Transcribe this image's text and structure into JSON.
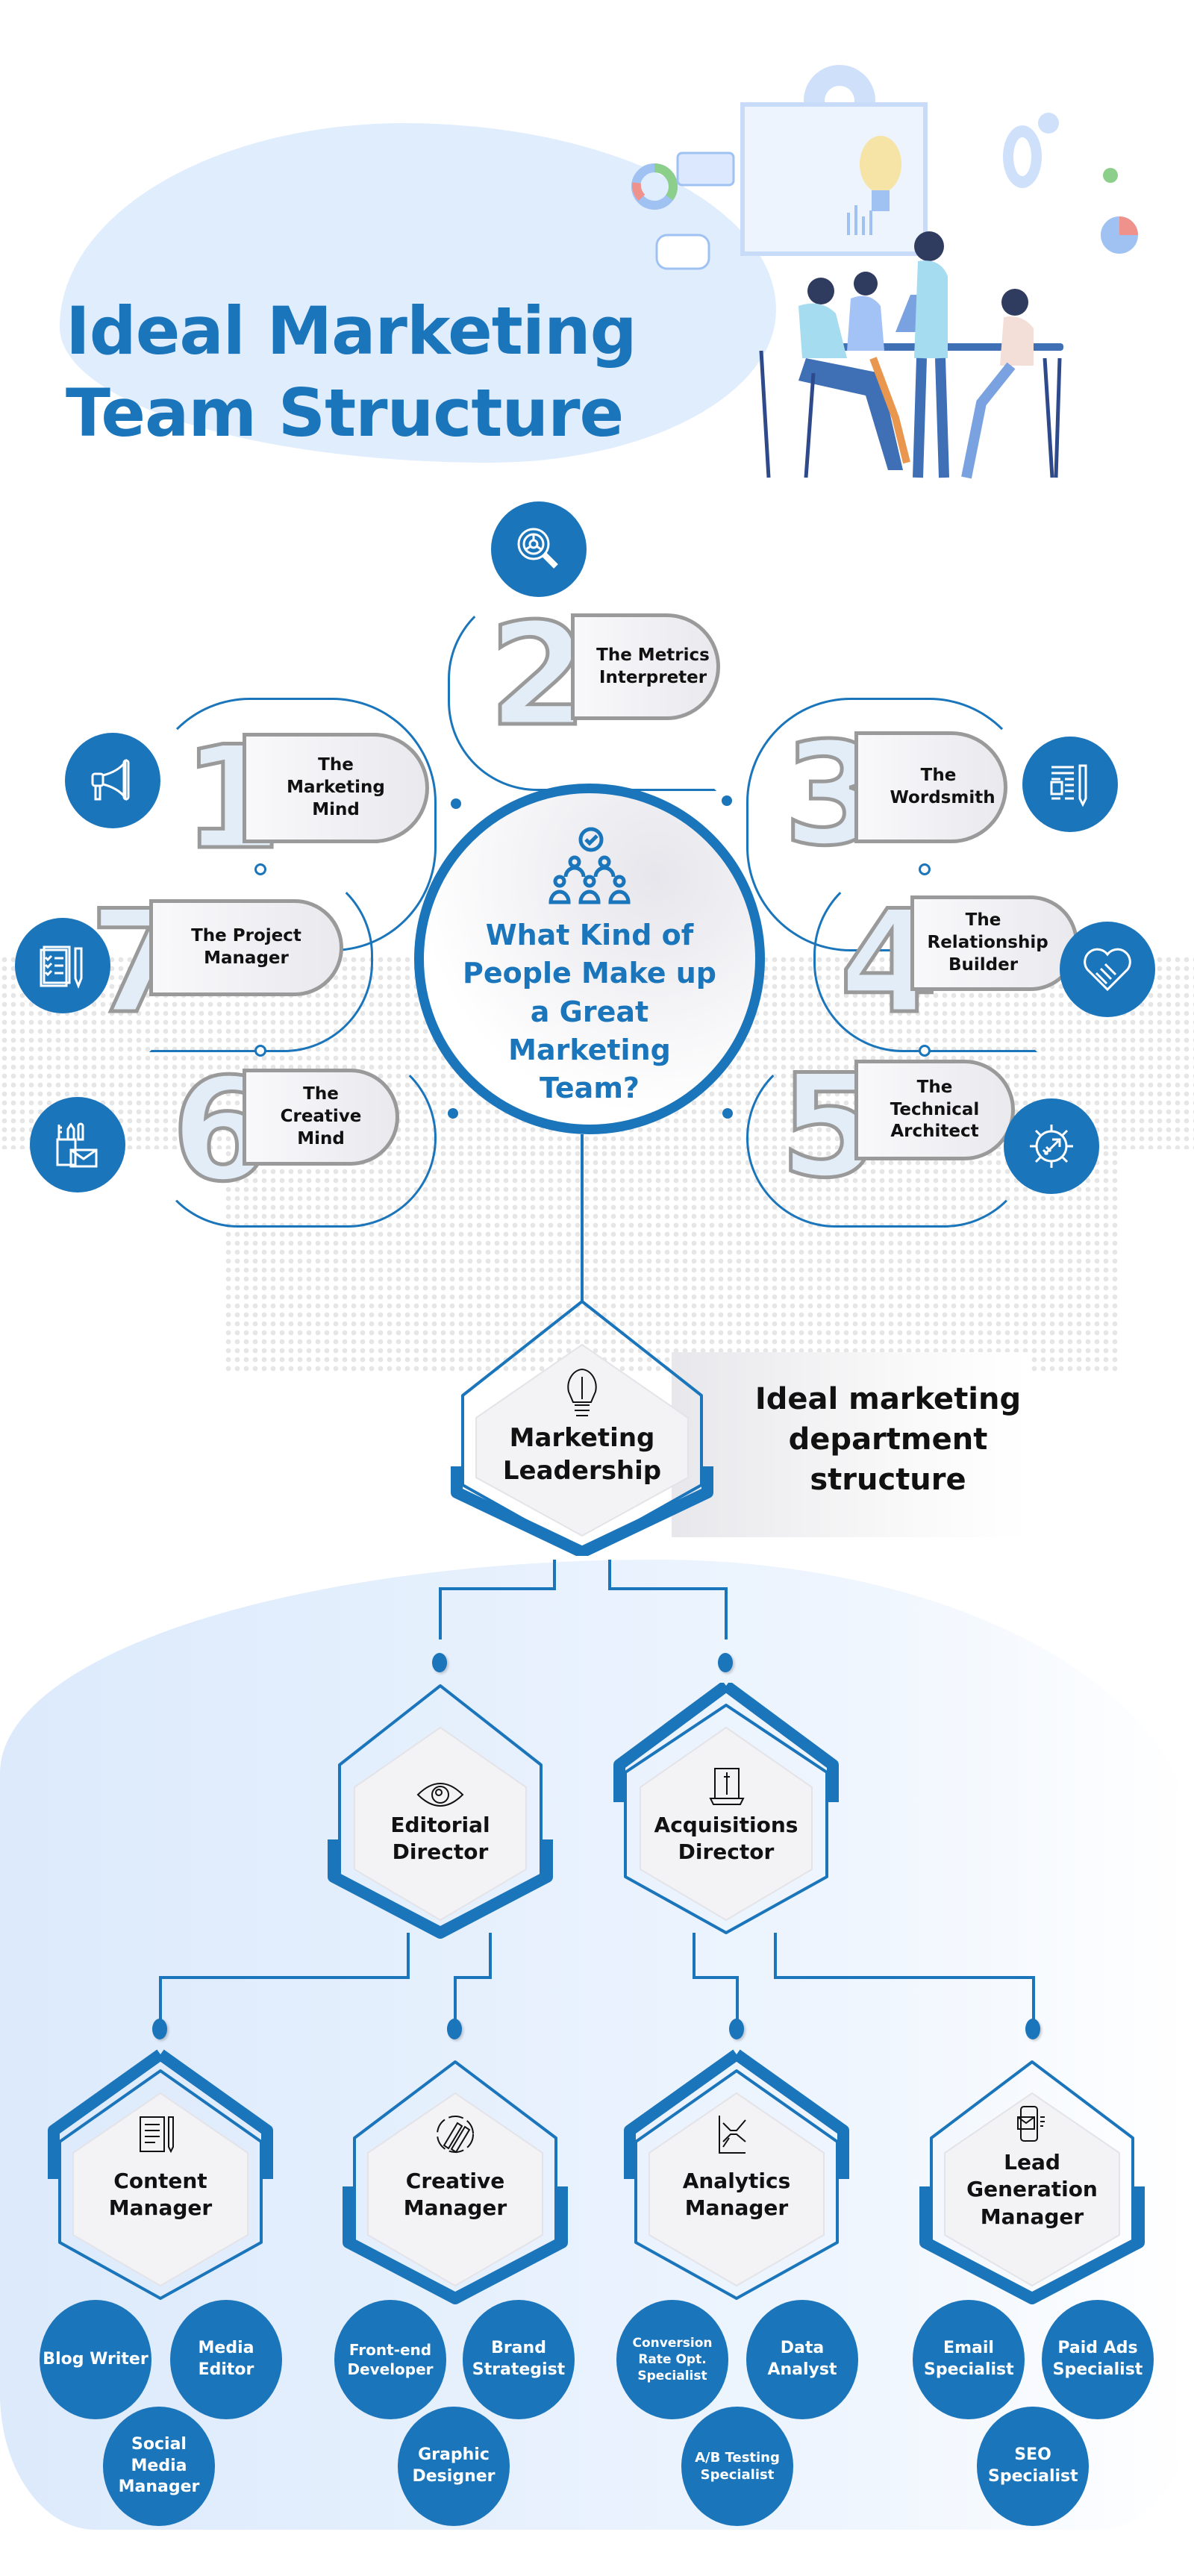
{
  "header": {
    "title_line1": "Ideal Marketing",
    "title_line2": "Team Structure",
    "illustration": "team-meeting-illustration"
  },
  "colors": {
    "primary": "#1b75bb",
    "light_bg": "#e0edfd",
    "gray_outline": "#9a9a9a",
    "text_dark": "#111111"
  },
  "hub": {
    "title": "What Kind of People Make up a Great Marketing Team?",
    "icon": "team-approval-icon"
  },
  "people_types": [
    {
      "number": "1",
      "label": "The Marketing Mind",
      "icon": "megaphone-icon"
    },
    {
      "number": "2",
      "label": "The Metrics Interpreter",
      "icon": "magnifier-chart-icon"
    },
    {
      "number": "3",
      "label": "The Wordsmith",
      "icon": "document-pencil-icon"
    },
    {
      "number": "4",
      "label": "The Relationship Builder",
      "icon": "handshake-heart-icon"
    },
    {
      "number": "5",
      "label": "The Technical Architect",
      "icon": "gear-arrow-icon"
    },
    {
      "number": "6",
      "label": "The Creative Mind",
      "icon": "stationery-icon"
    },
    {
      "number": "7",
      "label": "The Project Manager",
      "icon": "checklist-pen-icon"
    }
  ],
  "structure": {
    "section_title": "Ideal marketing department structure",
    "leadership": {
      "label": "Marketing Leadership",
      "icon": "lightbulb-icon"
    },
    "directors": [
      {
        "label": "Editorial Director",
        "icon": "eye-icon"
      },
      {
        "label": "Acquisitions Director",
        "icon": "laptop-document-icon"
      }
    ],
    "managers": [
      {
        "label": "Content Manager",
        "icon": "notepad-pencil-icon",
        "roles": [
          "Blog Writer",
          "Media Editor",
          "Social Media Manager"
        ]
      },
      {
        "label": "Creative Manager",
        "icon": "brush-pencil-icon",
        "roles": [
          "Front-end Developer",
          "Brand Strategist",
          "Graphic Designer"
        ]
      },
      {
        "label": "Analytics Manager",
        "icon": "line-chart-icon",
        "roles": [
          "Conversion Rate Opt. Specialist",
          "Data Analyst",
          "A/B Testing Specialist"
        ]
      },
      {
        "label": "Lead Generation Manager",
        "icon": "mobile-mail-icon",
        "roles": [
          "Email Specialist",
          "Paid Ads Specialist",
          "SEO Specialist"
        ]
      }
    ]
  }
}
